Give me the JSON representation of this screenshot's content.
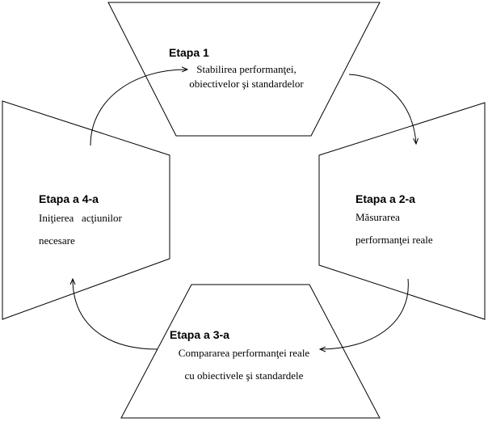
{
  "stages": [
    {
      "title": "Etapa 1",
      "lines": [
        "Stabilirea performanţei,",
        "obiectivelor şi standardelor"
      ]
    },
    {
      "title": "Etapa a 2-a",
      "lines": [
        "Măsurarea",
        "performanţei reale"
      ]
    },
    {
      "title": "Etapa a 3-a",
      "lines": [
        "Compararea performanţei reale",
        "cu obiectivele şi standardele"
      ]
    },
    {
      "title": "Etapa a 4-a",
      "lines": [
        "Iniţierea   acţiunilor",
        "necesare"
      ]
    }
  ]
}
